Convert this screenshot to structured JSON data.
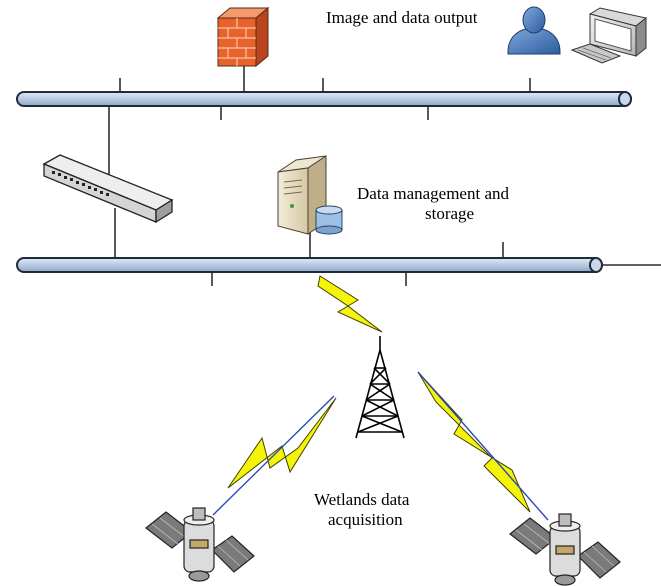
{
  "labels": {
    "output": "Image and data output",
    "storage_line1": "Data management and",
    "storage_line2": "storage",
    "acquisition_line1": "Wetlands data",
    "acquisition_line2": "acquisition"
  },
  "colors": {
    "bus_fill": "#c9d8ea",
    "bus_stroke": "#1f2a3a",
    "lightning_fill": "#f4f40a",
    "firewall_front": "#e8622c",
    "user_blue": "#3f73b8",
    "server_body": "#e7dcc4",
    "storage_blue": "#9cc0e4"
  },
  "icons": {
    "firewall": "firewall-icon",
    "user": "user-icon",
    "computer": "computer-icon",
    "switch": "network-switch-icon",
    "server": "server-icon",
    "tower": "radio-tower-icon",
    "satellite_left": "satellite-icon",
    "satellite_right": "satellite-icon"
  }
}
